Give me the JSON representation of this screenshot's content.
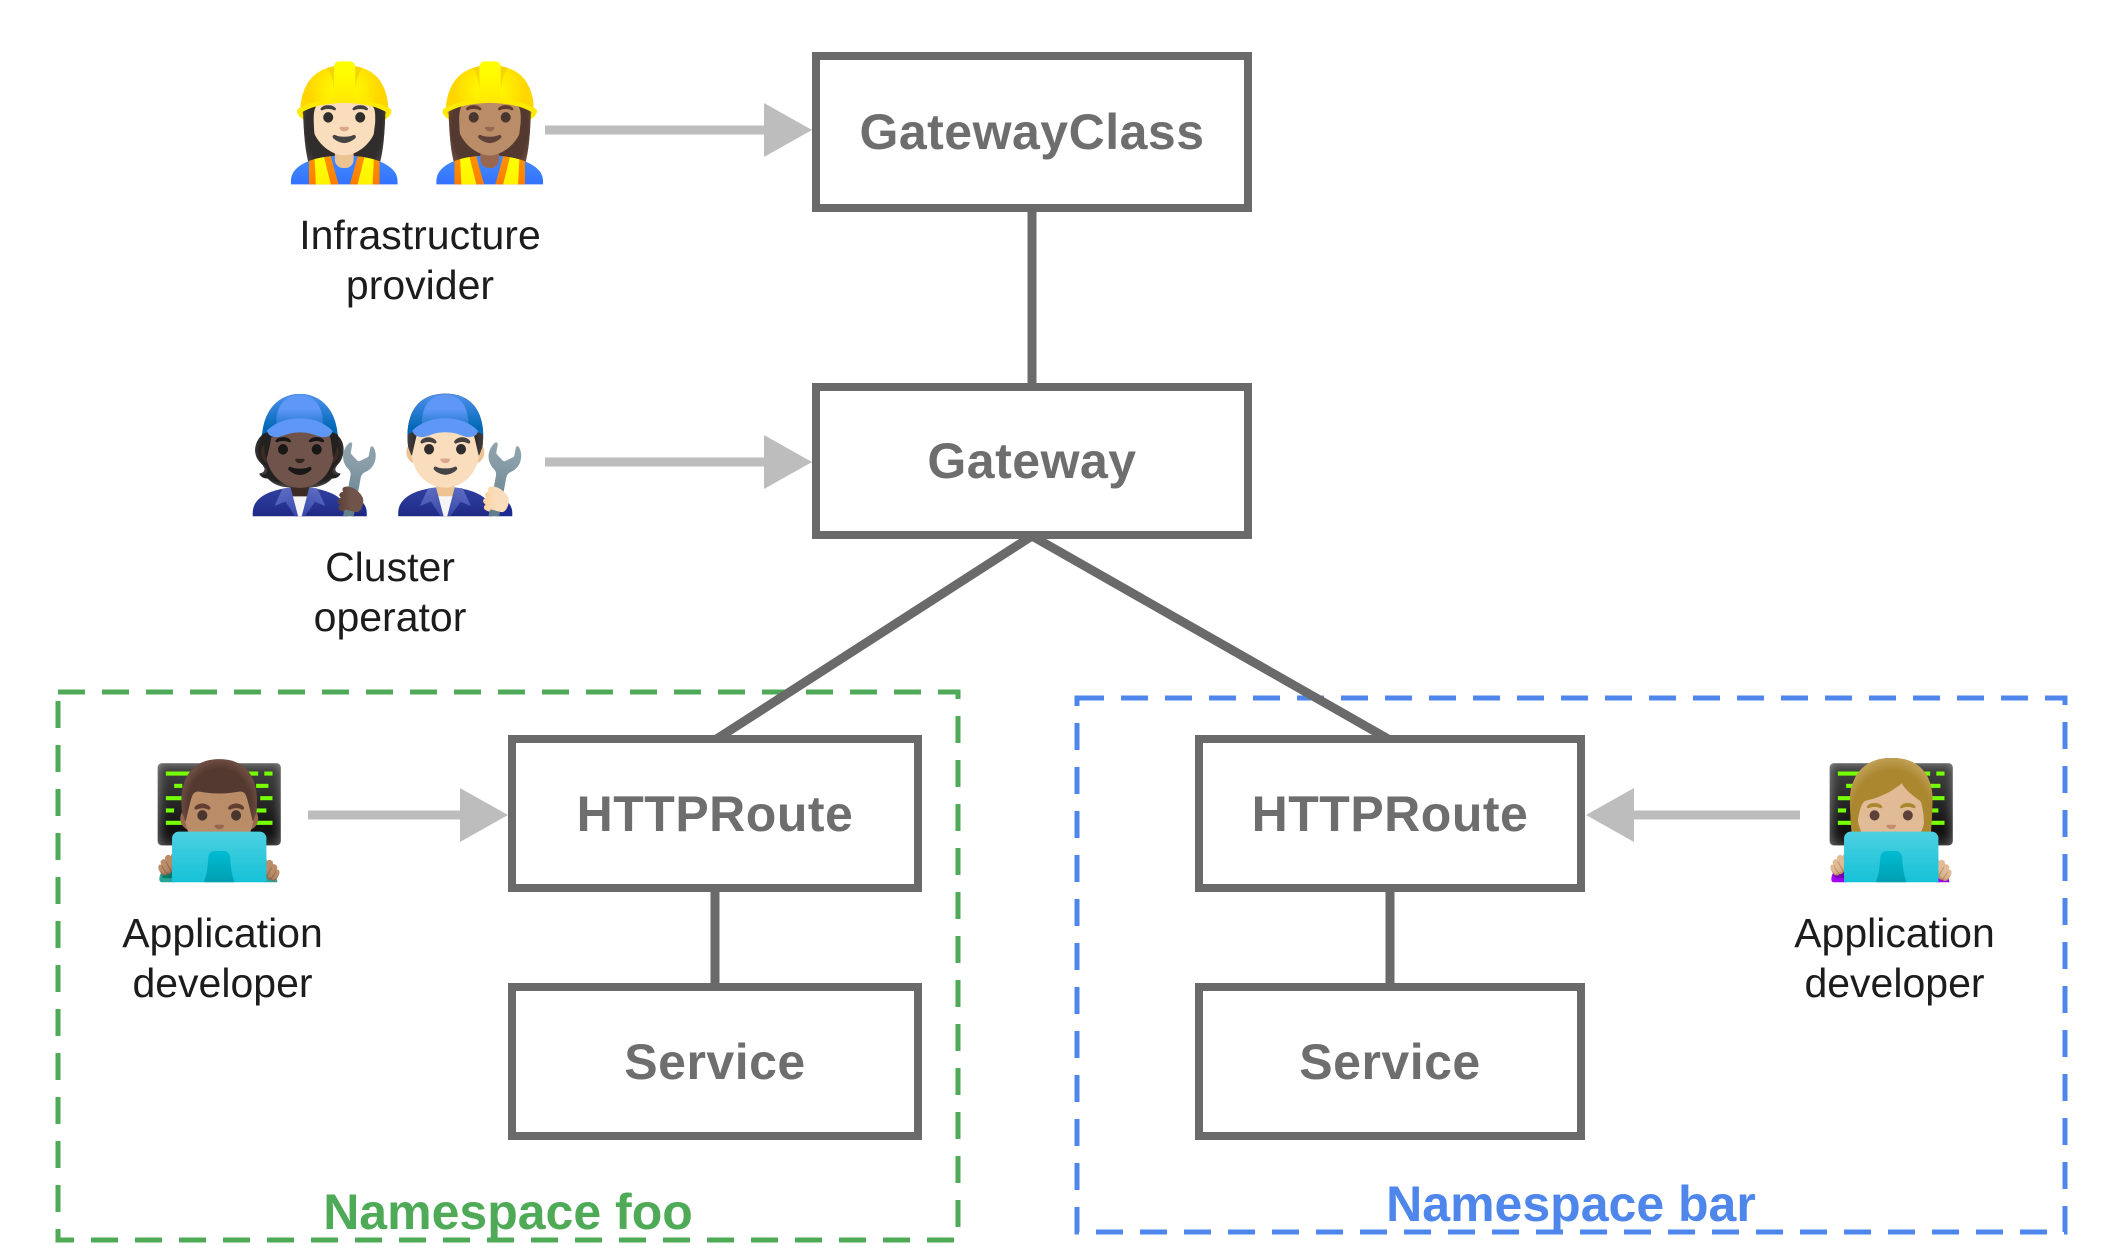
{
  "colors": {
    "background": "#ffffff",
    "box_border": "#6a6a6a",
    "box_label": "#6e6e6e",
    "connector": "#6a6a6a",
    "arrow": "#bdbdbd",
    "persona_text": "#1c1c1c",
    "namespace_foo_green": "#4faa58",
    "namespace_bar_blue": "#4e86ec"
  },
  "nodes": {
    "gateway_class": {
      "label": "GatewayClass"
    },
    "gateway": {
      "label": "Gateway"
    },
    "httproute_foo": {
      "label": "HTTPRoute"
    },
    "service_foo": {
      "label": "Service"
    },
    "httproute_bar": {
      "label": "HTTPRoute"
    },
    "service_bar": {
      "label": "Service"
    }
  },
  "personas": {
    "infrastructure_provider": {
      "emoji": "👷🏻‍♀️👷🏽‍♀️",
      "label": "Infrastructure\nprovider"
    },
    "cluster_operator": {
      "emoji": "🧑🏿‍🔧👨🏻‍🔧",
      "label": "Cluster\noperator"
    },
    "app_developer_foo": {
      "emoji": "👨🏽‍💻",
      "label": "Application\ndeveloper"
    },
    "app_developer_bar": {
      "emoji": "👩🏼‍💻",
      "label": "Application\ndeveloper"
    }
  },
  "namespaces": {
    "foo": {
      "label": "Namespace foo"
    },
    "bar": {
      "label": "Namespace bar"
    }
  }
}
